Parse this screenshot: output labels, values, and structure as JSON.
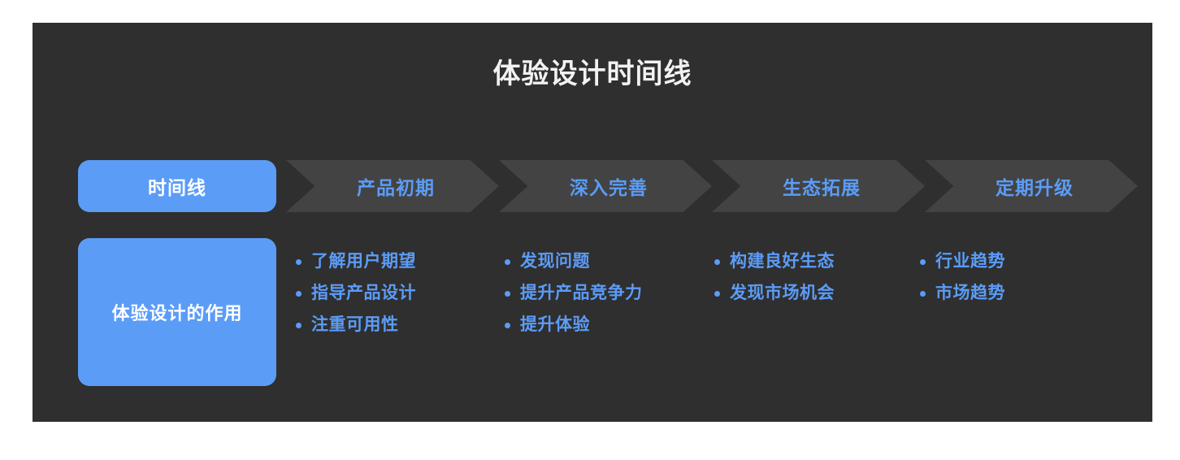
{
  "colors": {
    "page_background": "#ffffff",
    "panel_background": "#2f2f2f",
    "accent_blue": "#5b9cf7",
    "chevron_gray": "#434343",
    "title_white": "#f2f2f2"
  },
  "header": {
    "title": "体验设计时间线"
  },
  "stage_row": {
    "label": "时间线",
    "stages": [
      {
        "label": "产品初期"
      },
      {
        "label": "深入完善"
      },
      {
        "label": "生态拓展"
      },
      {
        "label": "定期升级"
      }
    ]
  },
  "role_row": {
    "label": "体验设计的作用",
    "columns": [
      {
        "items": [
          "了解用户期望",
          "指导产品设计",
          "注重可用性"
        ]
      },
      {
        "items": [
          "发现问题",
          "提升产品竞争力",
          "提升体验"
        ]
      },
      {
        "items": [
          "构建良好生态",
          "发现市场机会"
        ]
      },
      {
        "items": [
          "行业趋势",
          "市场趋势"
        ]
      }
    ]
  }
}
